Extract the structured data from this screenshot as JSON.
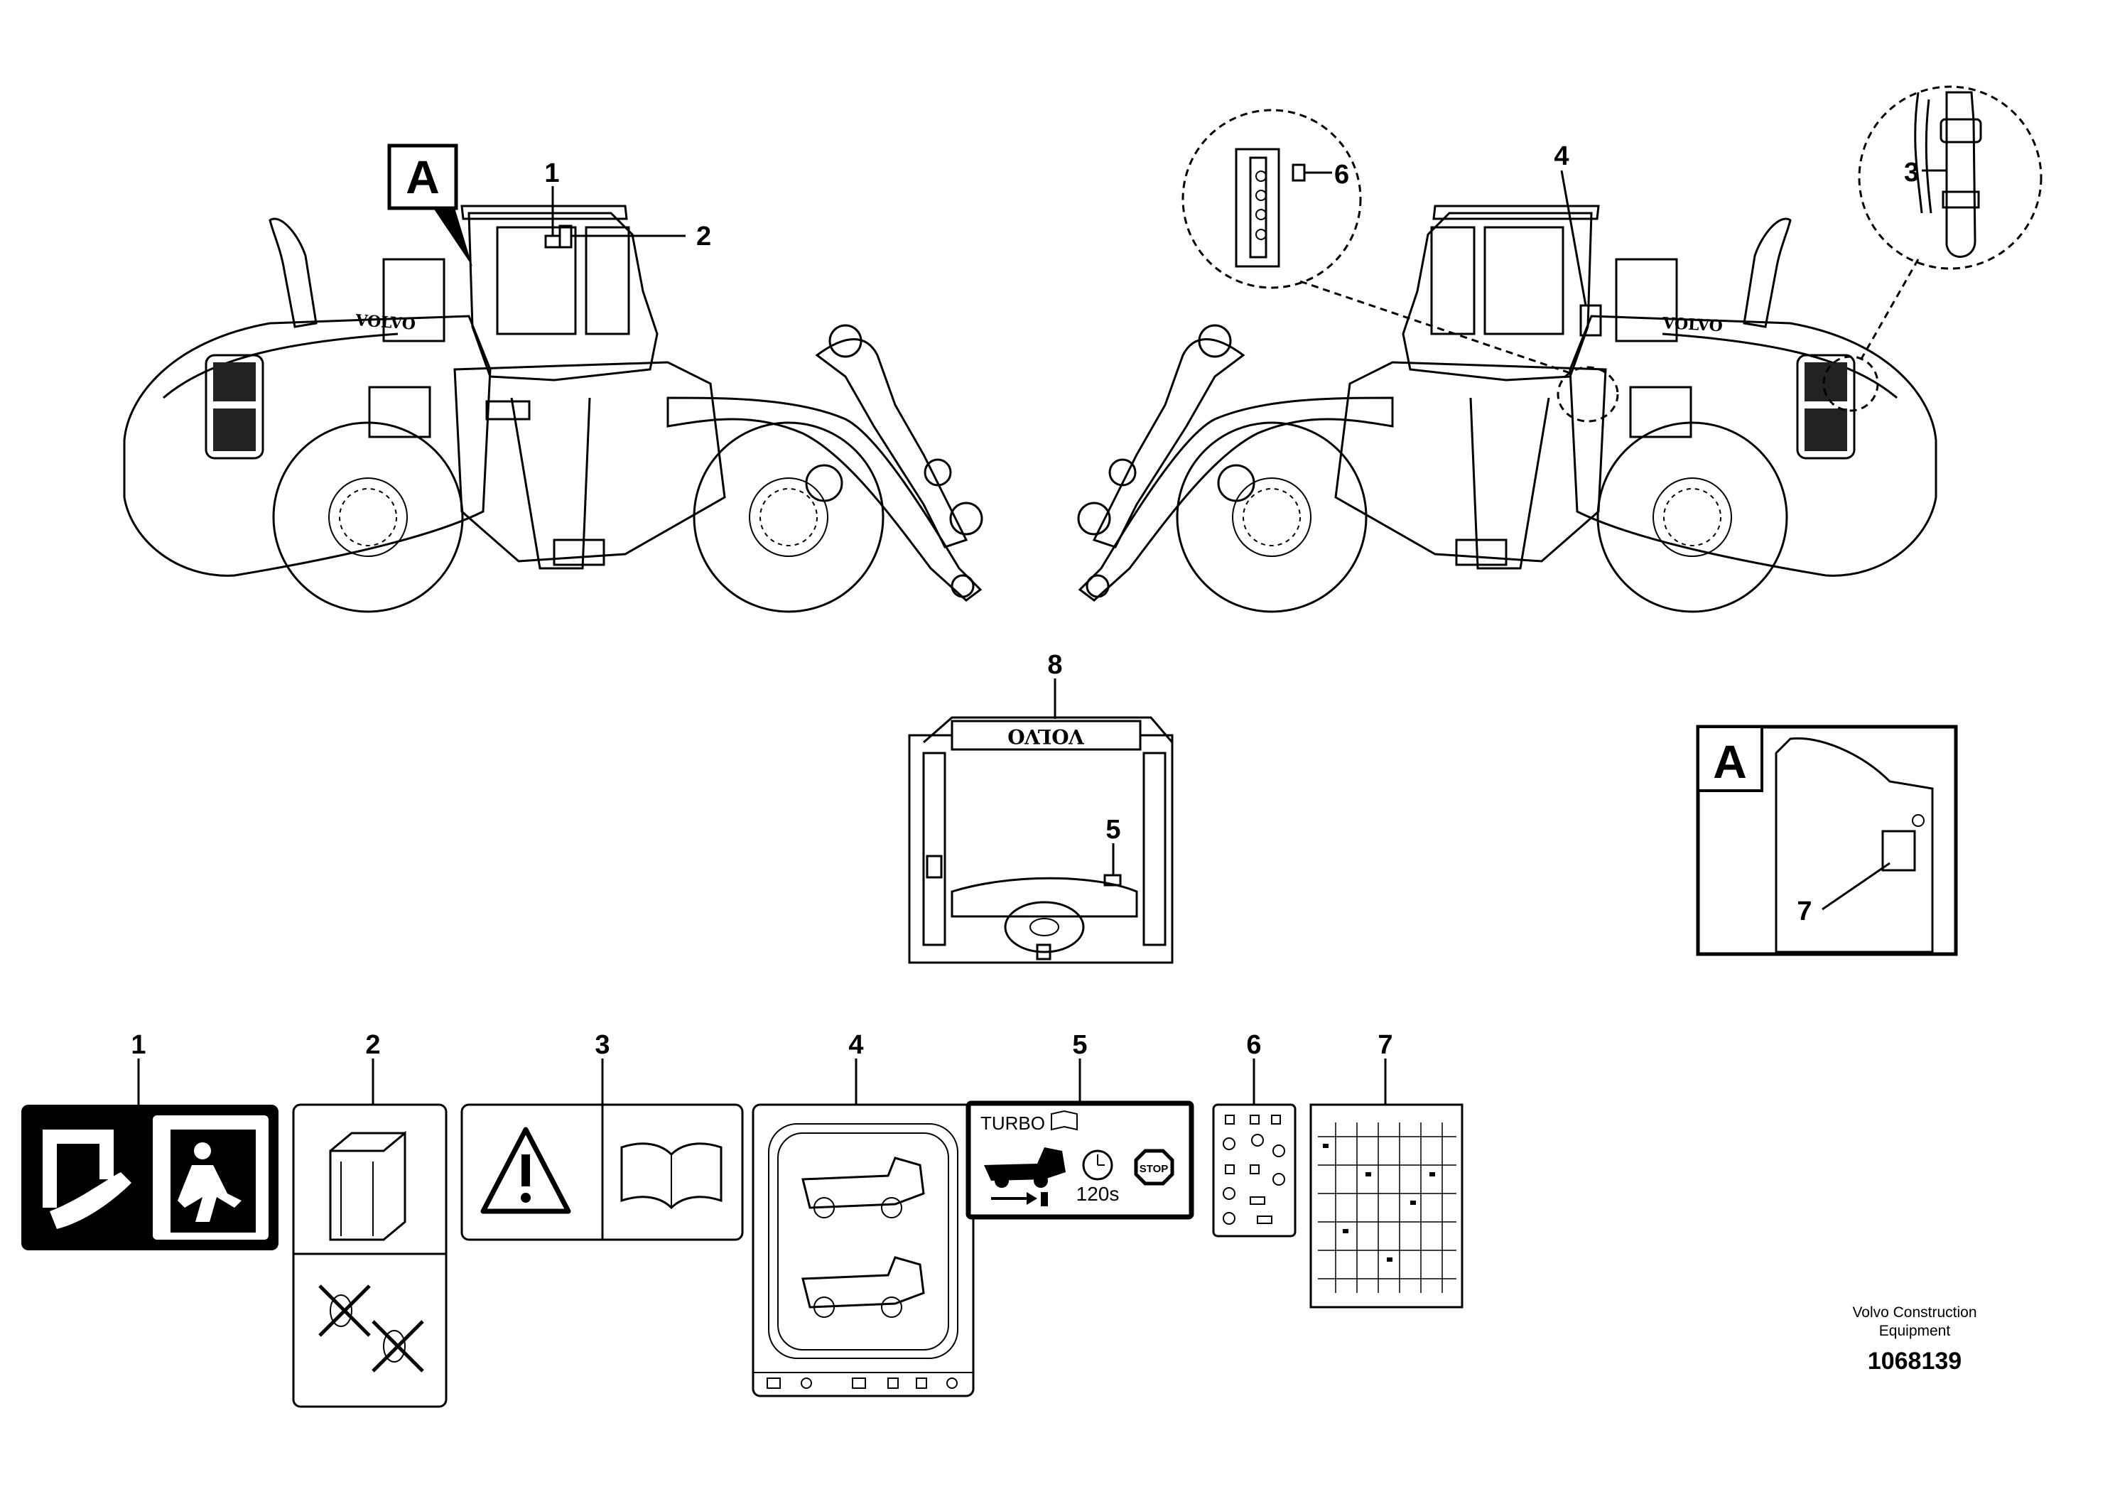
{
  "detail_label": "A",
  "machine_brand_text": "VOLVO",
  "callouts": {
    "c1": "1",
    "c2": "2",
    "c3": "3",
    "c4": "4",
    "c5": "5",
    "c6": "6",
    "c7": "7",
    "c8": "8"
  },
  "decals": {
    "d1": "1",
    "d2": "2",
    "d3": "3",
    "d4": "4",
    "d5": "5",
    "d6": "6",
    "d7": "7"
  },
  "decal5": {
    "turbo": "TURBO",
    "time": "120s",
    "stop": "STOP"
  },
  "footer": {
    "brand_line1": "Volvo Construction",
    "brand_line2": "Equipment",
    "document_number": "1068139"
  }
}
